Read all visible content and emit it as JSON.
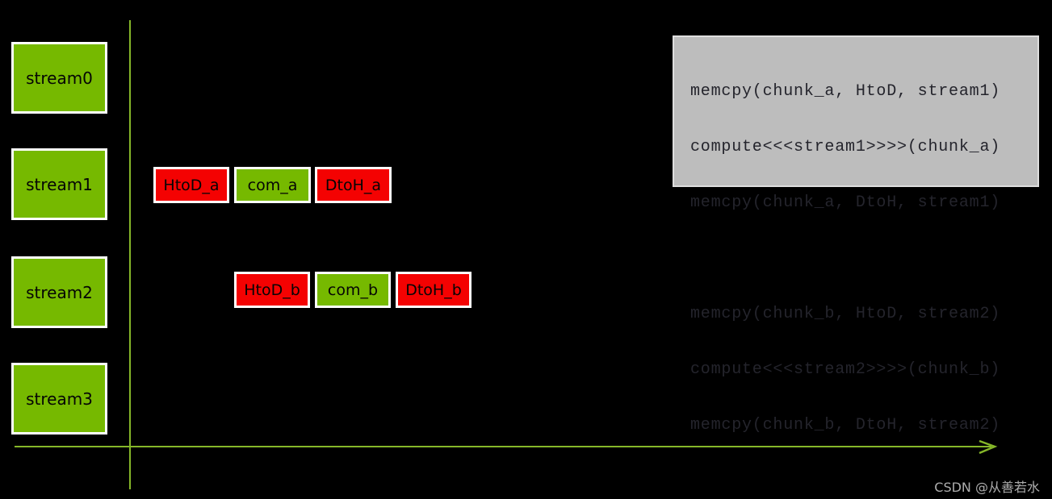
{
  "colors": {
    "background": "#000000",
    "nvidia_green": "#76b900",
    "task_red": "#f40202",
    "axis_green": "#85b629",
    "box_border": "#ffffff",
    "code_box_bg": "#bdbdbd",
    "code_text": "#24242c",
    "watermark_gray": "#adadad"
  },
  "streams": [
    {
      "label": "stream0"
    },
    {
      "label": "stream1"
    },
    {
      "label": "stream2"
    },
    {
      "label": "stream3"
    }
  ],
  "tasks": {
    "stream1_row": [
      {
        "label": "HtoD_a",
        "kind": "memcpy-htod"
      },
      {
        "label": "com_a",
        "kind": "compute"
      },
      {
        "label": "DtoH_a",
        "kind": "memcpy-dtoh"
      }
    ],
    "stream2_row": [
      {
        "label": "HtoD_b",
        "kind": "memcpy-htod"
      },
      {
        "label": "com_b",
        "kind": "compute"
      },
      {
        "label": "DtoH_b",
        "kind": "memcpy-dtoh"
      }
    ]
  },
  "code_box": {
    "lines": [
      "memcpy(chunk_a, HtoD, stream1)",
      "compute<<<stream1>>>>(chunk_a)",
      "memcpy(chunk_a, DtoH, stream1)",
      "",
      "memcpy(chunk_b, HtoD, stream2)",
      "compute<<<stream2>>>>(chunk_b)",
      "memcpy(chunk_b, DtoH, stream2)"
    ]
  },
  "watermark": "CSDN @从善若水"
}
